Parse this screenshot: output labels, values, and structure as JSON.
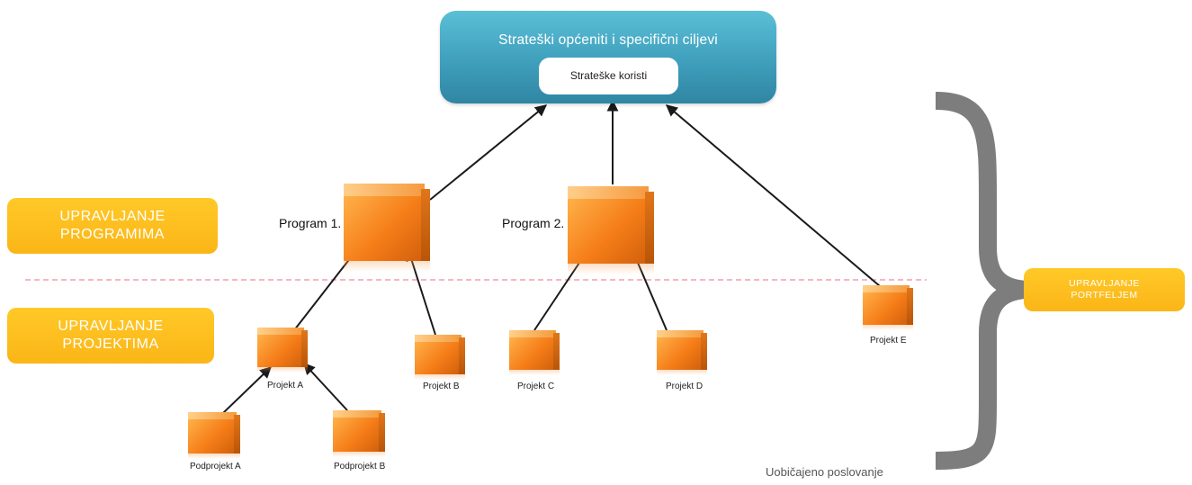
{
  "goal": {
    "title": "Strateški općeniti i specifični ciljevi",
    "benefits": "Strateške koristi"
  },
  "levels": {
    "programs": "UPRAVLJANJE\nPROGRAMIMA",
    "projects": "UPRAVLJANJE\nPROJEKTIMA",
    "portfolio": "UPRAVLJANJE\nPORTFELJEM"
  },
  "programs": [
    {
      "label": "Program 1."
    },
    {
      "label": "Program 2."
    }
  ],
  "projects": [
    {
      "label": "Projekt  A"
    },
    {
      "label": "Projekt  B"
    },
    {
      "label": "Projekt  C"
    },
    {
      "label": "Projekt  D"
    },
    {
      "label": "Projekt  E"
    }
  ],
  "subprojects": [
    {
      "label": "Podprojekt A"
    },
    {
      "label": "Podprojekt B"
    }
  ],
  "note": "Uobičajeno poslovanje",
  "colors": {
    "goal_box": "#3f9fbc",
    "level_label": "#fbb517",
    "cube": "#f57d18",
    "divider": "#f08a9a",
    "brace": "#7d7d7d",
    "arrow": "#1a1a1a"
  }
}
